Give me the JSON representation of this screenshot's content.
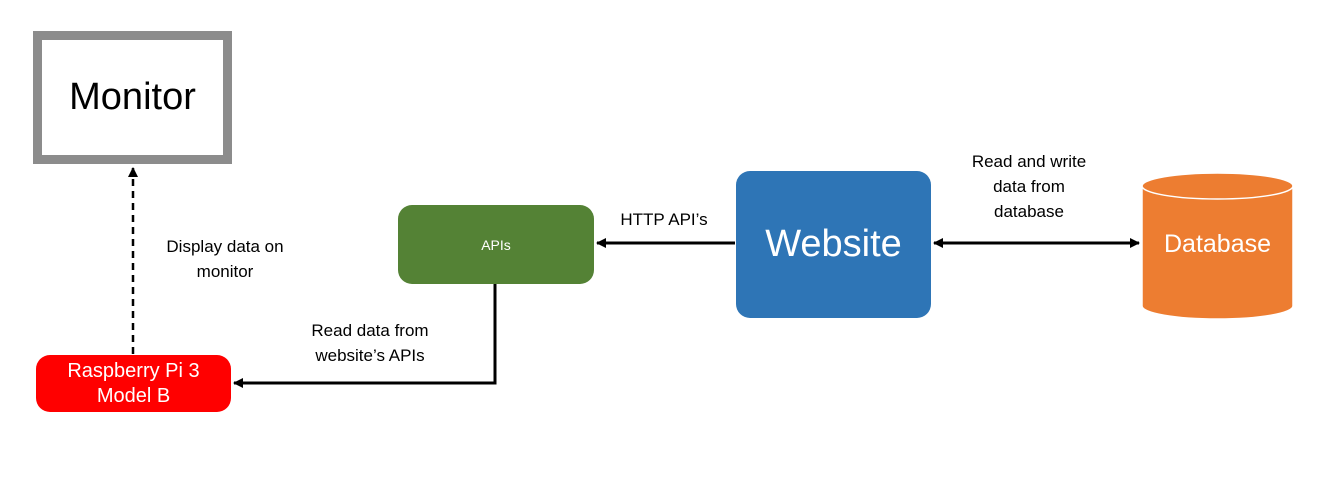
{
  "nodes": {
    "monitor": "Monitor",
    "apis": "APIs",
    "website": "Website",
    "database": "Database",
    "raspberry_pi": [
      "Raspberry Pi 3",
      "Model B"
    ]
  },
  "edges": {
    "display": [
      "Display data on",
      "monitor"
    ],
    "read_apis": [
      "Read data from",
      "website’s APIs"
    ],
    "http": "HTTP API’s",
    "read_write": [
      "Read and write",
      "data from",
      "database"
    ]
  },
  "colors": {
    "monitor_border": "#8c8c8c",
    "apis": "#548235",
    "website": "#2e75b6",
    "database": "#ed7d31",
    "raspberry_pi": "#ff0000",
    "connector": "#000000"
  }
}
